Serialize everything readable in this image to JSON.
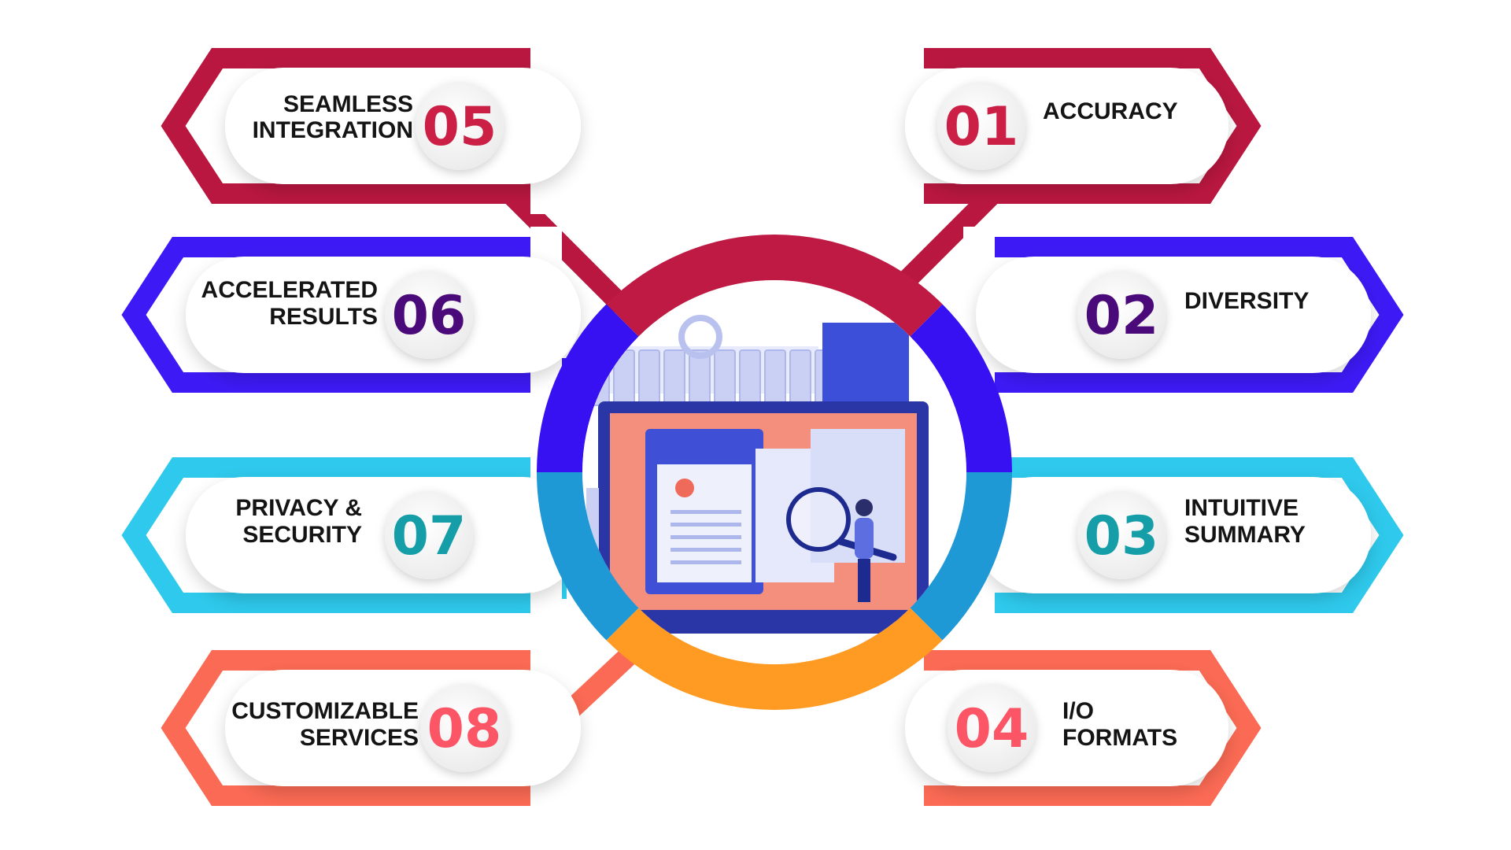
{
  "center": {
    "illustration": "document-analysis-illustration"
  },
  "features": [
    {
      "id": "01",
      "number": "01",
      "lines": [
        "ACCURACY"
      ],
      "color": "#b9173f",
      "num_color": "#cc1f46",
      "side": "right",
      "row": 0
    },
    {
      "id": "02",
      "number": "02",
      "lines": [
        "DIVERSITY"
      ],
      "color": "#3d1af5",
      "num_color": "#4b0a7a",
      "side": "right",
      "row": 1
    },
    {
      "id": "03",
      "number": "03",
      "lines": [
        "INTUITIVE",
        "SUMMARY"
      ],
      "color": "#2ec9ec",
      "num_color": "#159ea8",
      "side": "right",
      "row": 2
    },
    {
      "id": "04",
      "number": "04",
      "lines": [
        "I/O",
        "FORMATS"
      ],
      "color": "#fb6a54",
      "num_color": "#fc5566",
      "side": "right",
      "row": 3
    },
    {
      "id": "05",
      "number": "05",
      "lines": [
        "SEAMLESS",
        "INTEGRATION"
      ],
      "color": "#b9173f",
      "num_color": "#cc1f46",
      "side": "left",
      "row": 0
    },
    {
      "id": "06",
      "number": "06",
      "lines": [
        "ACCELERATED",
        "RESULTS"
      ],
      "color": "#3d1af5",
      "num_color": "#4b0a7a",
      "side": "left",
      "row": 1
    },
    {
      "id": "07",
      "number": "07",
      "lines": [
        "PRIVACY &",
        "SECURITY"
      ],
      "color": "#2ec9ec",
      "num_color": "#159ea8",
      "side": "left",
      "row": 2
    },
    {
      "id": "08",
      "number": "08",
      "lines": [
        "CUSTOMIZABLE",
        "SERVICES"
      ],
      "color": "#fb6a54",
      "num_color": "#fc5566",
      "side": "left",
      "row": 3
    }
  ],
  "ring_colors": {
    "top": "#be1a44",
    "upper": "#3711f2",
    "lower": "#1f98d6",
    "bottom": "#ff9a22"
  }
}
